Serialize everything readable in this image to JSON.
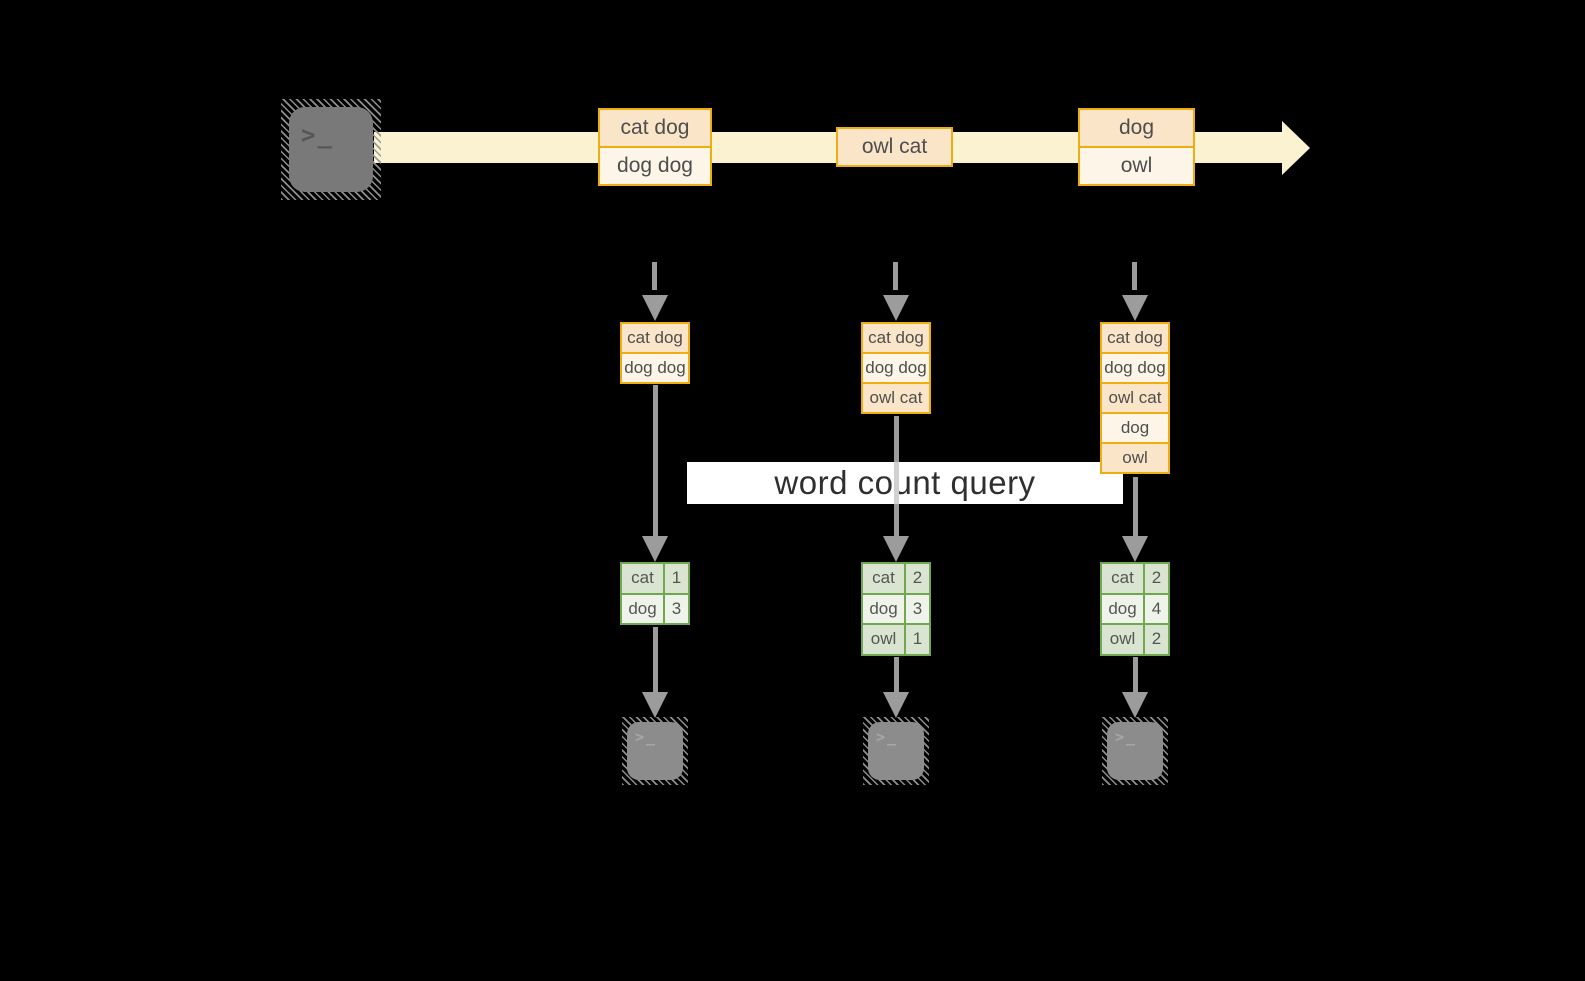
{
  "colors": {
    "background": "#000000",
    "accent_orange": "#EFAE10",
    "band_cream": "#FBF2D2",
    "fill_peach": "#FAE5C9",
    "fill_cream": "#FDF5E8",
    "green_border": "#6FA850",
    "green_row_dark": "#D9E5D0",
    "green_row_light": "#EFF4EA",
    "arrow_gray": "#9C9C9C",
    "banner_bg": "#FFFFFF",
    "terminal_top": "#797979",
    "terminal_bottom": "#8C8C8C",
    "prompt_dark": "#565656",
    "prompt_light": "#A8A8A8"
  },
  "terminal": {
    "prompt": ">_"
  },
  "query": {
    "label": "word count query"
  },
  "stream": {
    "batches": [
      {
        "rows": [
          "cat dog",
          "dog dog"
        ]
      },
      {
        "rows": [
          "owl cat"
        ]
      },
      {
        "rows": [
          "dog",
          "owl"
        ]
      }
    ]
  },
  "columns": [
    {
      "stack": [
        "cat dog",
        "dog dog"
      ],
      "counts": [
        [
          "cat",
          "1"
        ],
        [
          "dog",
          "3"
        ]
      ]
    },
    {
      "stack": [
        "cat dog",
        "dog dog",
        "owl cat"
      ],
      "counts": [
        [
          "cat",
          "2"
        ],
        [
          "dog",
          "3"
        ],
        [
          "owl",
          "1"
        ]
      ]
    },
    {
      "stack": [
        "cat dog",
        "dog dog",
        "owl cat",
        "dog",
        "owl"
      ],
      "counts": [
        [
          "cat",
          "2"
        ],
        [
          "dog",
          "4"
        ],
        [
          "owl",
          "2"
        ]
      ]
    }
  ]
}
